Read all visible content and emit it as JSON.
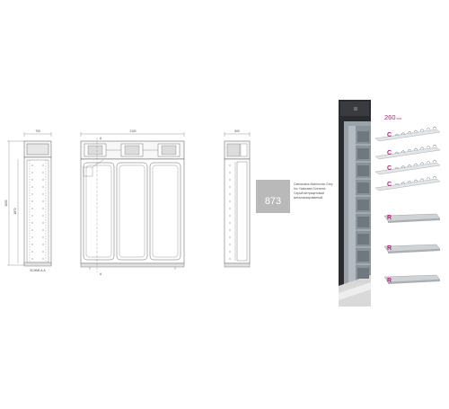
{
  "drawings": {
    "side": {
      "width_dim": "700",
      "height_dim": "2050",
      "inner_height_dim": "1870",
      "section_label": "SCHNE A-A"
    },
    "front": {
      "width_dim": "2100",
      "marker_top": "A",
      "marker_bottom": "A"
    },
    "right": {
      "width_dim": "600"
    }
  },
  "swatch": {
    "code": "873",
    "color": "#b9b9b9",
    "caption_lines": [
      "Carbonatos Matrimonio Grey",
      "Inc. Naturaea Guercrea",
      "Серый антрацитовый",
      "металлизированный"
    ]
  },
  "photo": {
    "length_value": "260",
    "length_unit": "cm",
    "rack_labels": [
      "C",
      "C",
      "C",
      "C",
      "R",
      "R",
      "R"
    ],
    "accent_color": "#c2187a"
  }
}
